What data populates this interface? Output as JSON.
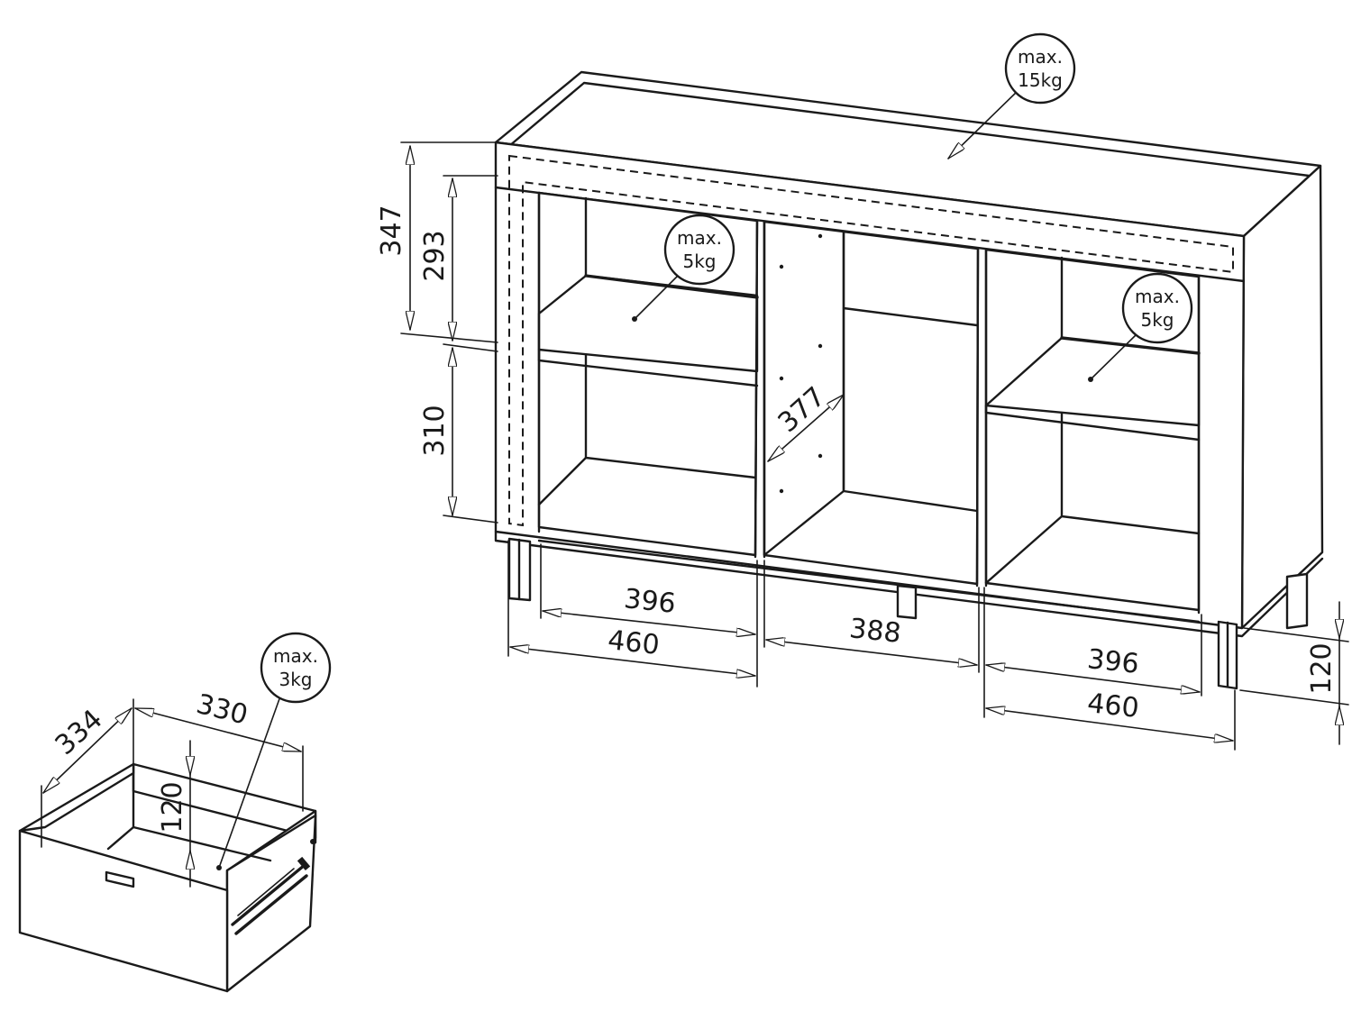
{
  "weight_limits": {
    "top": {
      "line1": "max.",
      "line2": "15kg"
    },
    "left_shelf": {
      "line1": "max.",
      "line2": "5kg"
    },
    "right_shelf": {
      "line1": "max.",
      "line2": "5kg"
    },
    "drawer": {
      "line1": "max.",
      "line2": "3kg"
    }
  },
  "dimensions": {
    "upper_height": "347",
    "upper_shelf_height": "293",
    "lower_shelf_height": "310",
    "depth_middle": "377",
    "left_inner_width": "396",
    "left_outer_width": "460",
    "middle_width": "388",
    "right_inner_width": "396",
    "right_outer_width": "460",
    "leg_height": "120"
  },
  "drawer": {
    "depth": "334",
    "width": "330",
    "height": "120"
  }
}
